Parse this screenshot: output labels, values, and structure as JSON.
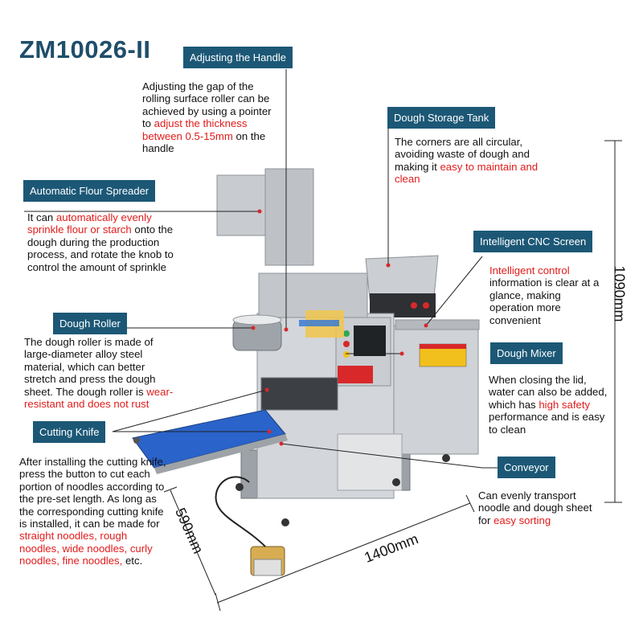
{
  "title": "ZM10026-II",
  "colors": {
    "label_bg": "#1c5876",
    "title": "#1f4e6b",
    "highlight": "#e21b1b",
    "conveyor_belt": "#2a63c9",
    "machine_steel": "#c9ccd0"
  },
  "labels": {
    "handle": "Adjusting the Handle",
    "tank": "Dough Storage Tank",
    "spreader": "Automatic Flour Spreader",
    "cnc": "Intelligent CNC Screen",
    "roller": "Dough Roller",
    "mixer": "Dough Mixer",
    "knife": "Cutting Knife",
    "conveyor": "Conveyor"
  },
  "descriptions": {
    "handle": {
      "p1": "Adjusting the gap of the rolling surface roller can be achieved by using a pointer to ",
      "r1": "adjust the thickness between 0.5-15mm",
      "p2": " on the handle"
    },
    "tank": {
      "p1": "The corners are all circular, avoiding waste of dough and making it ",
      "r1": "easy to maintain and clean"
    },
    "spreader": {
      "p0": "It can ",
      "r1": "automatically evenly sprinkle flour or starch",
      "p1": " onto the dough during the production process, and rotate the knob to control the amount of sprinkle"
    },
    "cnc": {
      "r1": "Intelligent control",
      "p1": " information is clear at a glance, making operation more convenient"
    },
    "roller": {
      "p1": "The dough roller is made of large-diameter alloy steel material, which can better stretch and press the dough sheet. The dough roller is ",
      "r1": "wear-resistant and does not rust"
    },
    "mixer": {
      "p1": "When closing the lid, water can also be added, which has ",
      "r1": "high safety",
      "p2": " performance and is easy to clean"
    },
    "knife": {
      "p1": "After installing the cutting knife, press the button to cut each portion of noodles according to the pre-set length. As long as the corresponding cutting knife is installed, it can be made for ",
      "r1": "straight noodles, rough noodles, wide noodles, curly noodles, fine noodles,",
      "p2": " etc."
    },
    "conveyor": {
      "p1": "Can evenly transport noodle and dough sheet for ",
      "r1": "easy sorting"
    }
  },
  "dimensions": {
    "height": "1090mm",
    "length": "1400mm",
    "width": "590mm"
  }
}
